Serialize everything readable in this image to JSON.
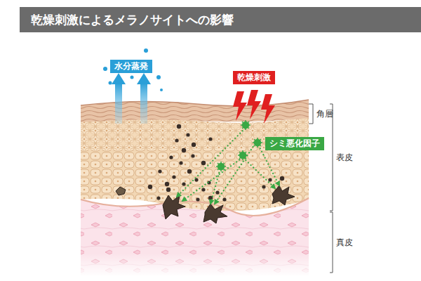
{
  "diagram": {
    "title": "乾燥刺激によるメラノサイトへの影響",
    "nodes": [
      {
        "text": [
          "水分蒸発"
        ]
      },
      {
        "text": [
          "乾燥刺激"
        ]
      },
      {
        "text": [
          "シミ悪化因子"
        ]
      }
    ],
    "labels": [
      "角層",
      "表皮",
      "真皮"
    ]
  }
}
